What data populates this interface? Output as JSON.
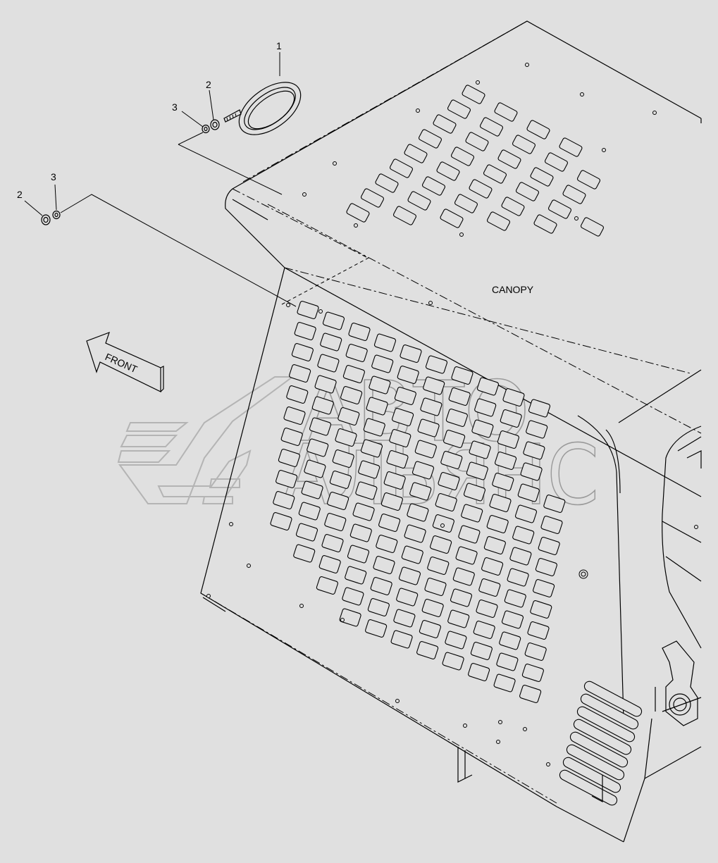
{
  "callouts": {
    "part1": "1",
    "part2_top": "2",
    "part3_top": "3",
    "part2_left": "2",
    "part3_left": "3"
  },
  "labels": {
    "canopy": "CANOPY",
    "front": "FRONT"
  },
  "watermark": {
    "line1": "АВТО",
    "line2": "АЛЬЯНС"
  },
  "colors": {
    "background": "#e0e0e0",
    "linework": "#000000",
    "watermark": "#b4b4b4"
  }
}
